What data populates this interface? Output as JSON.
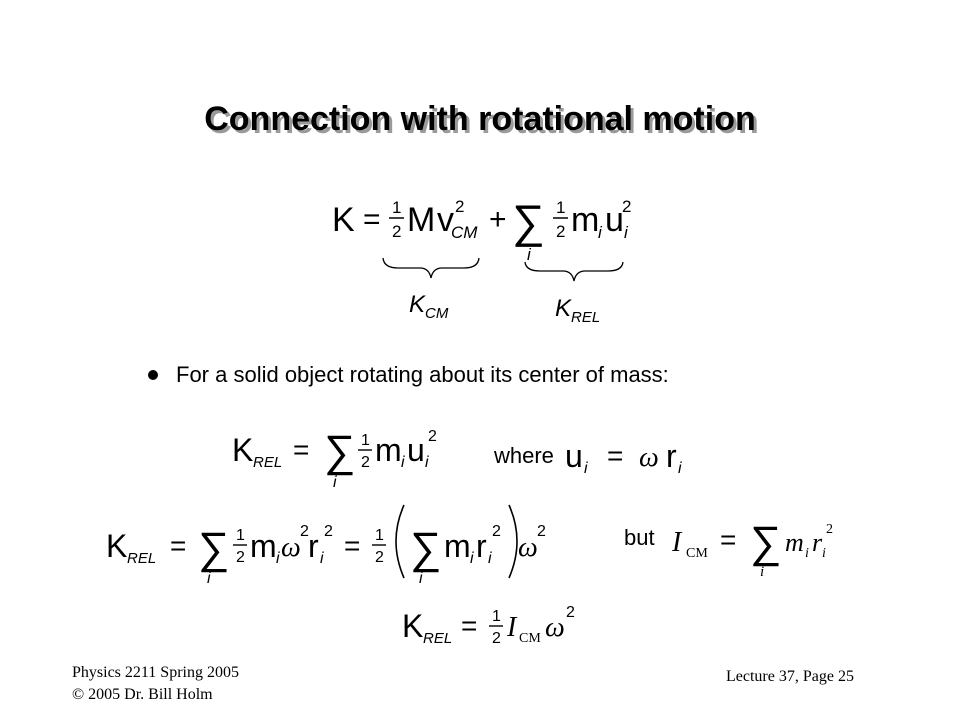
{
  "slide": {
    "title": "Connection with rotational motion",
    "bullet": "For a solid object rotating about its center of mass:",
    "where_label": "where",
    "but_label": "but"
  },
  "equation1": {
    "K": "K",
    "eq": "=",
    "half_num": "1",
    "half_den": "2",
    "M": "M",
    "v": "v",
    "v_sup": "2",
    "v_sub": "CM",
    "plus": "+",
    "sum": "∑",
    "sum_index": "i",
    "m": "m",
    "m_sub": "i",
    "u": "u",
    "u_sub": "i",
    "u_sup": "2",
    "brace_left_label": "K",
    "brace_left_sub": "CM",
    "brace_right_label": "K",
    "brace_right_sub": "REL"
  },
  "equation2": {
    "lhs": "K",
    "lhs_sub": "REL",
    "eq": "=",
    "sum": "∑",
    "sum_index": "i",
    "half_num": "1",
    "half_den": "2",
    "m": "m",
    "m_sub": "i",
    "u": "u",
    "u_sub": "i",
    "u_sup": "2"
  },
  "equation3": {
    "u": "u",
    "u_sub": "i",
    "eq": "=",
    "omega": "ω",
    "r": "r",
    "r_sub": "i"
  },
  "equation4": {
    "lhs": "K",
    "lhs_sub": "REL",
    "eq": "=",
    "sum": "∑",
    "sum_index": "i",
    "half_num": "1",
    "half_den": "2",
    "m": "m",
    "m_sub": "i",
    "omega": "ω",
    "omega_sup": "2",
    "r": "r",
    "r_sub": "i",
    "r_sup": "2",
    "eq2": "=",
    "half2_num": "1",
    "half2_den": "2",
    "sum2": "∑",
    "sum2_index": "i",
    "m2": "m",
    "m2_sub": "i",
    "r2": "r",
    "r2_sub": "i",
    "r2_sup": "2",
    "omega2": "ω",
    "omega2_sup": "2"
  },
  "equation5": {
    "I": "I",
    "I_sub": "CM",
    "eq": "=",
    "sum": "∑",
    "sum_index": "i",
    "m": "m",
    "m_sub": "i",
    "r": "r",
    "r_sub": "i",
    "r_sup": "2"
  },
  "equation6": {
    "lhs": "K",
    "lhs_sub": "REL",
    "eq": "=",
    "half_num": "1",
    "half_den": "2",
    "I": "I",
    "I_sub": "CM",
    "omega": "ω",
    "omega_sup": "2"
  },
  "footer": {
    "left_line1": "Physics 2211 Spring 2005",
    "left_line2": "© 2005 Dr. Bill Holm",
    "right": "Lecture 37, Page 25"
  }
}
